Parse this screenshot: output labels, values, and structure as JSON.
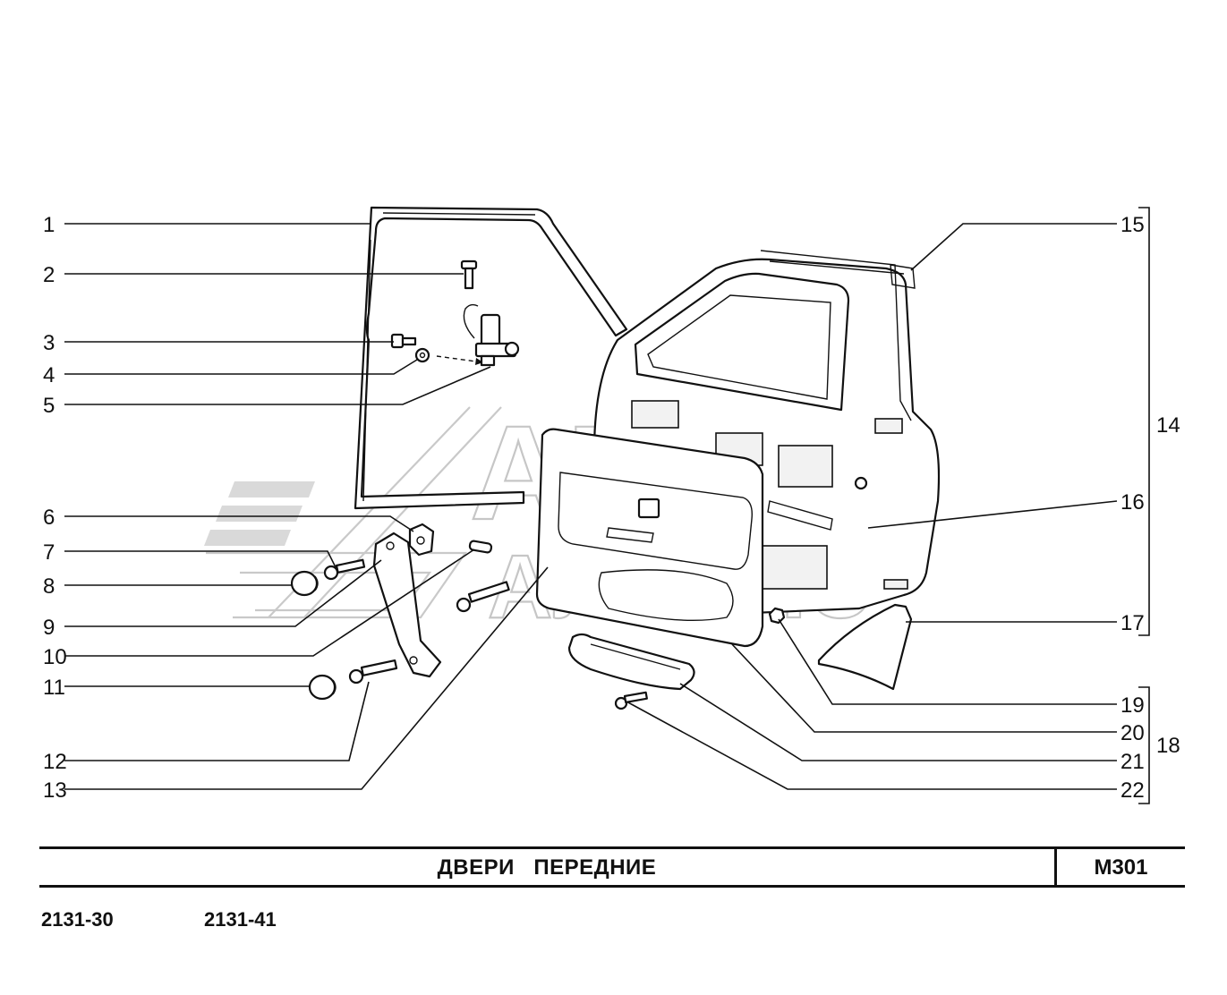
{
  "diagram": {
    "watermark": {
      "line1": "АВТО",
      "line2": "АЛЬЯНС"
    },
    "callouts": [
      "1",
      "2",
      "3",
      "4",
      "5",
      "6",
      "7",
      "8",
      "9",
      "10",
      "11",
      "12",
      "13",
      "15",
      "16",
      "17",
      "19",
      "20",
      "21",
      "22"
    ],
    "groups": [
      "14",
      "18"
    ]
  },
  "footer": {
    "title": "ДВЕРИ   ПЕРЕДНИЕ",
    "code": "М301",
    "models": [
      "2131-30",
      "2131-41"
    ]
  }
}
